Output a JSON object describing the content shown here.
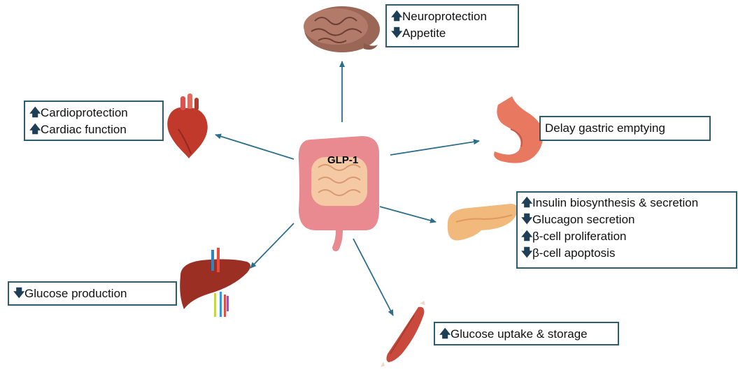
{
  "center": {
    "label": "GLP-1"
  },
  "colors": {
    "box_border": "#2b5d6e",
    "arrow": "#2b6f8a",
    "up_down_arrow": "#1e3f55"
  },
  "boxes": {
    "brain": {
      "lines": [
        {
          "dir": "up",
          "text": "Neuroprotection"
        },
        {
          "dir": "down",
          "text": "Appetite"
        }
      ]
    },
    "heart": {
      "lines": [
        {
          "dir": "up",
          "text": "Cardioprotection"
        },
        {
          "dir": "up",
          "text": "Cardiac  function"
        }
      ]
    },
    "stomach": {
      "lines": [
        {
          "dir": "none",
          "text": "Delay gastric emptying"
        }
      ]
    },
    "pancreas": {
      "lines": [
        {
          "dir": "up",
          "text": "Insulin biosynthesis & secretion"
        },
        {
          "dir": "down",
          "text": "Glucagon secretion"
        },
        {
          "dir": "up",
          "text": "β-cell proliferation"
        },
        {
          "dir": "down",
          "text": "β-cell apoptosis"
        }
      ]
    },
    "liver": {
      "lines": [
        {
          "dir": "down",
          "text": "Glucose production"
        }
      ]
    },
    "muscle": {
      "lines": [
        {
          "dir": "up",
          "text": "Glucose uptake & storage"
        }
      ]
    }
  },
  "glyphs": {
    "up": "🡅",
    "down": "🡇",
    "none": ""
  }
}
